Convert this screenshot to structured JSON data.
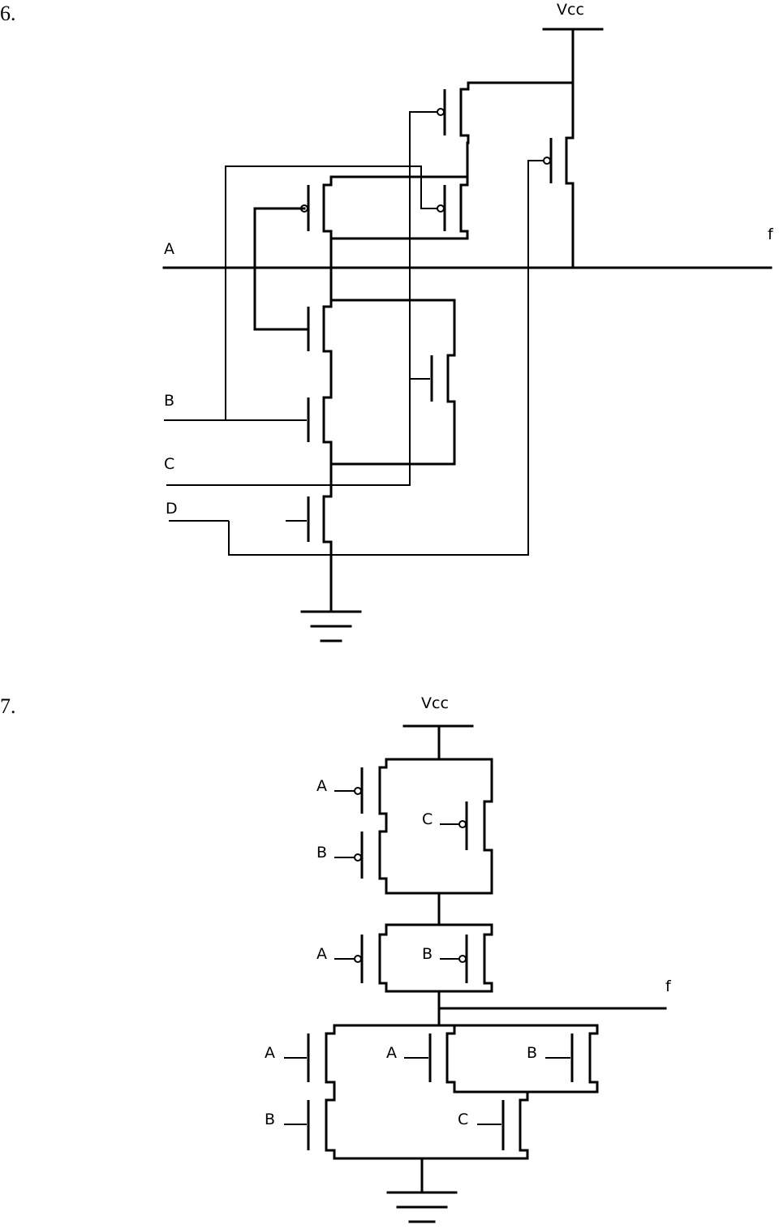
{
  "problems": [
    {
      "number": "6.",
      "labels": {
        "supply": "Vcc",
        "output": "f",
        "inputs": [
          "A",
          "B",
          "C",
          "D"
        ]
      }
    },
    {
      "number": "7.",
      "labels": {
        "supply": "Vcc",
        "output": "f",
        "pull_up": [
          "A",
          "B",
          "C",
          "A",
          "B"
        ],
        "pull_down": [
          "A",
          "A",
          "B",
          "B",
          "C"
        ]
      }
    }
  ]
}
